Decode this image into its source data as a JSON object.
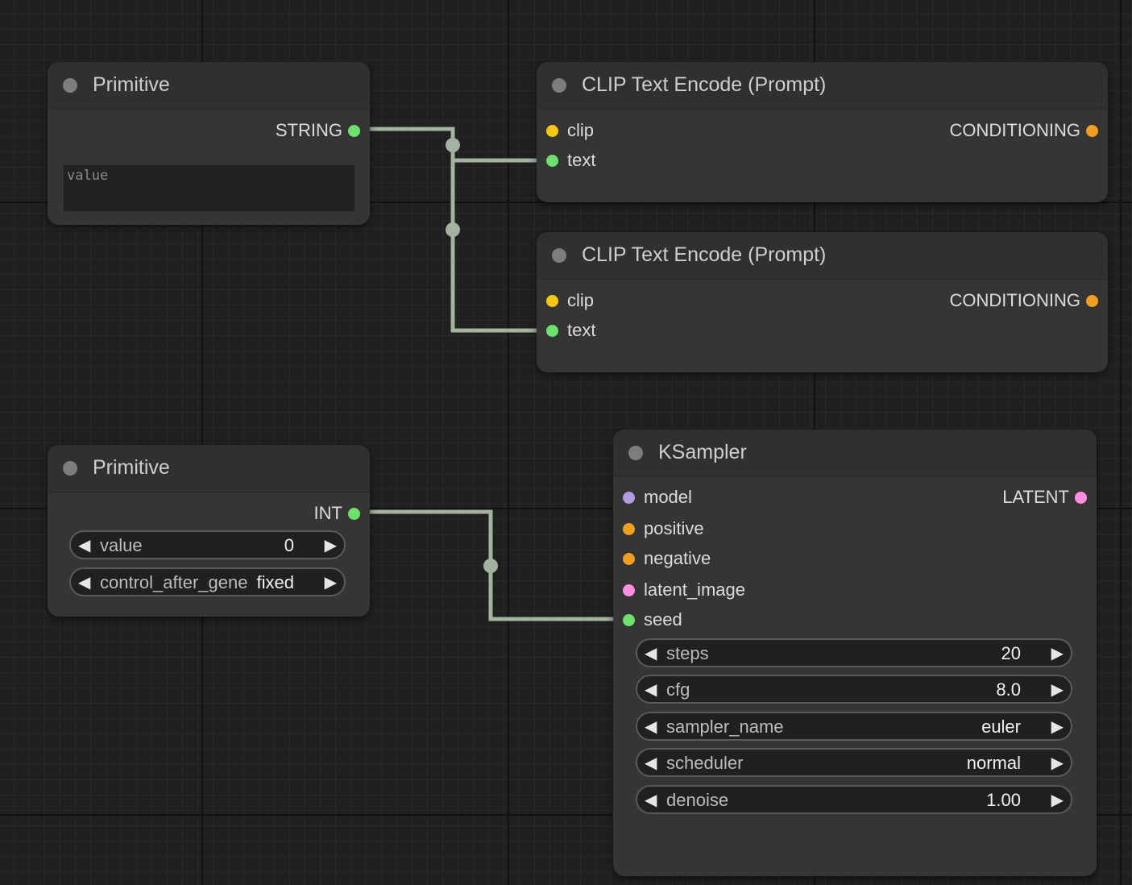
{
  "colors": {
    "clip": "#f5c518",
    "string": "#6ee06e",
    "conditioning": "#f0a020",
    "model": "#b49ae0",
    "latent": "#ff8ee0",
    "link": "#a3b3a0"
  },
  "nodes": {
    "primitive_string": {
      "title": "Primitive",
      "output": "STRING",
      "textarea_placeholder": "value"
    },
    "clip_encode_1": {
      "title": "CLIP Text Encode (Prompt)",
      "inputs": [
        "clip",
        "text"
      ],
      "output": "CONDITIONING"
    },
    "clip_encode_2": {
      "title": "CLIP Text Encode (Prompt)",
      "inputs": [
        "clip",
        "text"
      ],
      "output": "CONDITIONING"
    },
    "primitive_int": {
      "title": "Primitive",
      "output": "INT",
      "widgets": [
        {
          "name": "value",
          "value": "0"
        },
        {
          "name": "control_after_gene",
          "value": "fixed"
        }
      ]
    },
    "ksampler": {
      "title": "KSampler",
      "inputs": [
        "model",
        "positive",
        "negative",
        "latent_image",
        "seed"
      ],
      "output": "LATENT",
      "widgets": [
        {
          "name": "steps",
          "value": "20"
        },
        {
          "name": "cfg",
          "value": "8.0"
        },
        {
          "name": "sampler_name",
          "value": "euler"
        },
        {
          "name": "scheduler",
          "value": "normal"
        },
        {
          "name": "denoise",
          "value": "1.00"
        }
      ]
    }
  },
  "icons": {
    "arrow_left": "◀",
    "arrow_right": "▶"
  }
}
